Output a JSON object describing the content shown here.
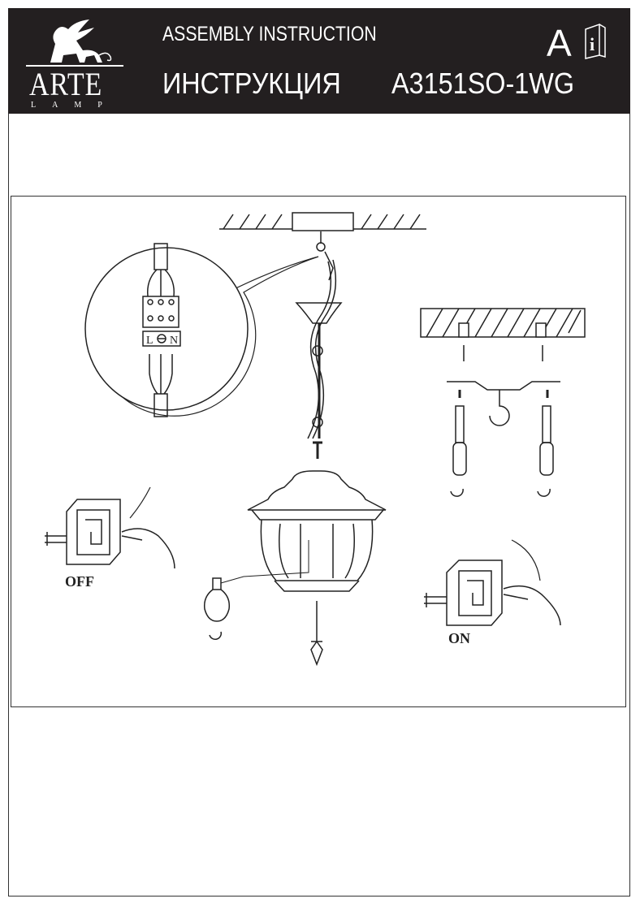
{
  "header": {
    "brand": "ARTE",
    "brand_sub": "LAMP",
    "title_en": "ASSEMBLY  INSTRUCTION",
    "title_ru": "ИНСТРУКЦИЯ",
    "model": "A3151SO-1WG",
    "language_badge": "A",
    "manual_icon_letter": "i"
  },
  "diagram": {
    "terminal_labels": {
      "live": "L",
      "neutral": "N"
    },
    "switch_off_label": "OFF",
    "switch_on_label": "ON"
  }
}
